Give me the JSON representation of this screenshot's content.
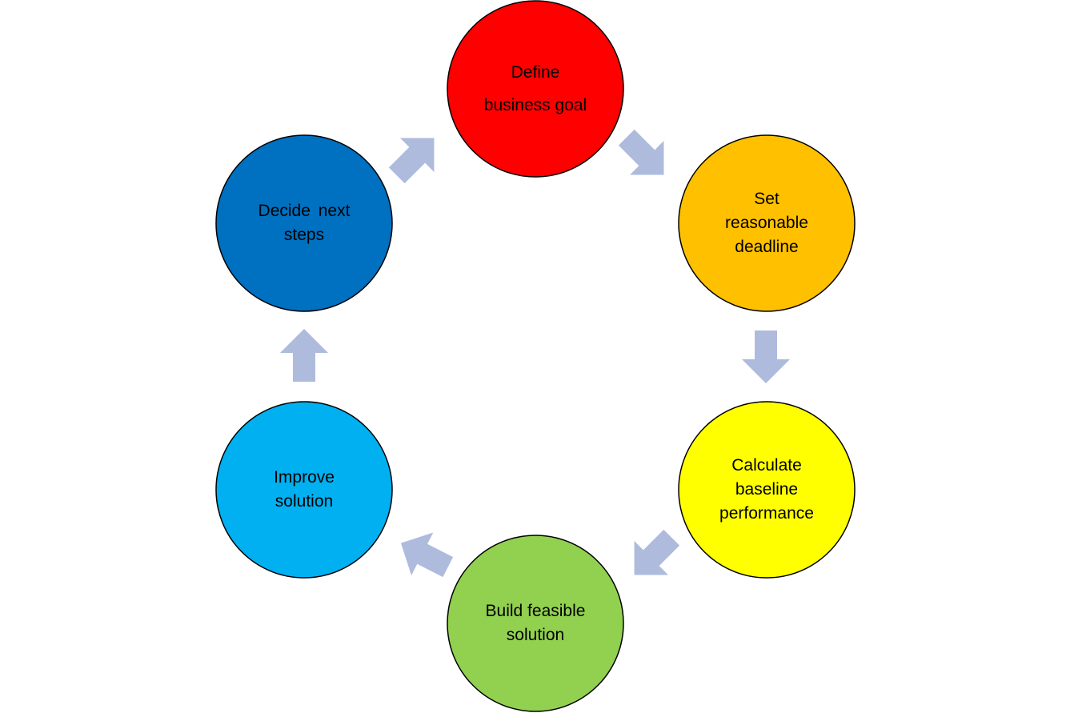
{
  "diagram": {
    "type": "cycle",
    "arrow_color": "#AEBBDD",
    "node_border": "#000000",
    "nodes": [
      {
        "id": "define",
        "lines": [
          "Define",
          "business goal"
        ],
        "color": "#FF0000"
      },
      {
        "id": "set",
        "lines": [
          "Set",
          "reasonable",
          "deadline"
        ],
        "color": "#FFC000"
      },
      {
        "id": "calc",
        "lines": [
          "Calculate",
          "baseline",
          "performance"
        ],
        "color": "#FFFF00"
      },
      {
        "id": "build",
        "lines": [
          "Build feasible",
          "solution"
        ],
        "color": "#92D050"
      },
      {
        "id": "improve",
        "lines": [
          "Improve",
          "solution"
        ],
        "color": "#00B0F0"
      },
      {
        "id": "decide",
        "lines": [
          "Decide next",
          "steps"
        ],
        "color": "#0070C0"
      }
    ]
  }
}
